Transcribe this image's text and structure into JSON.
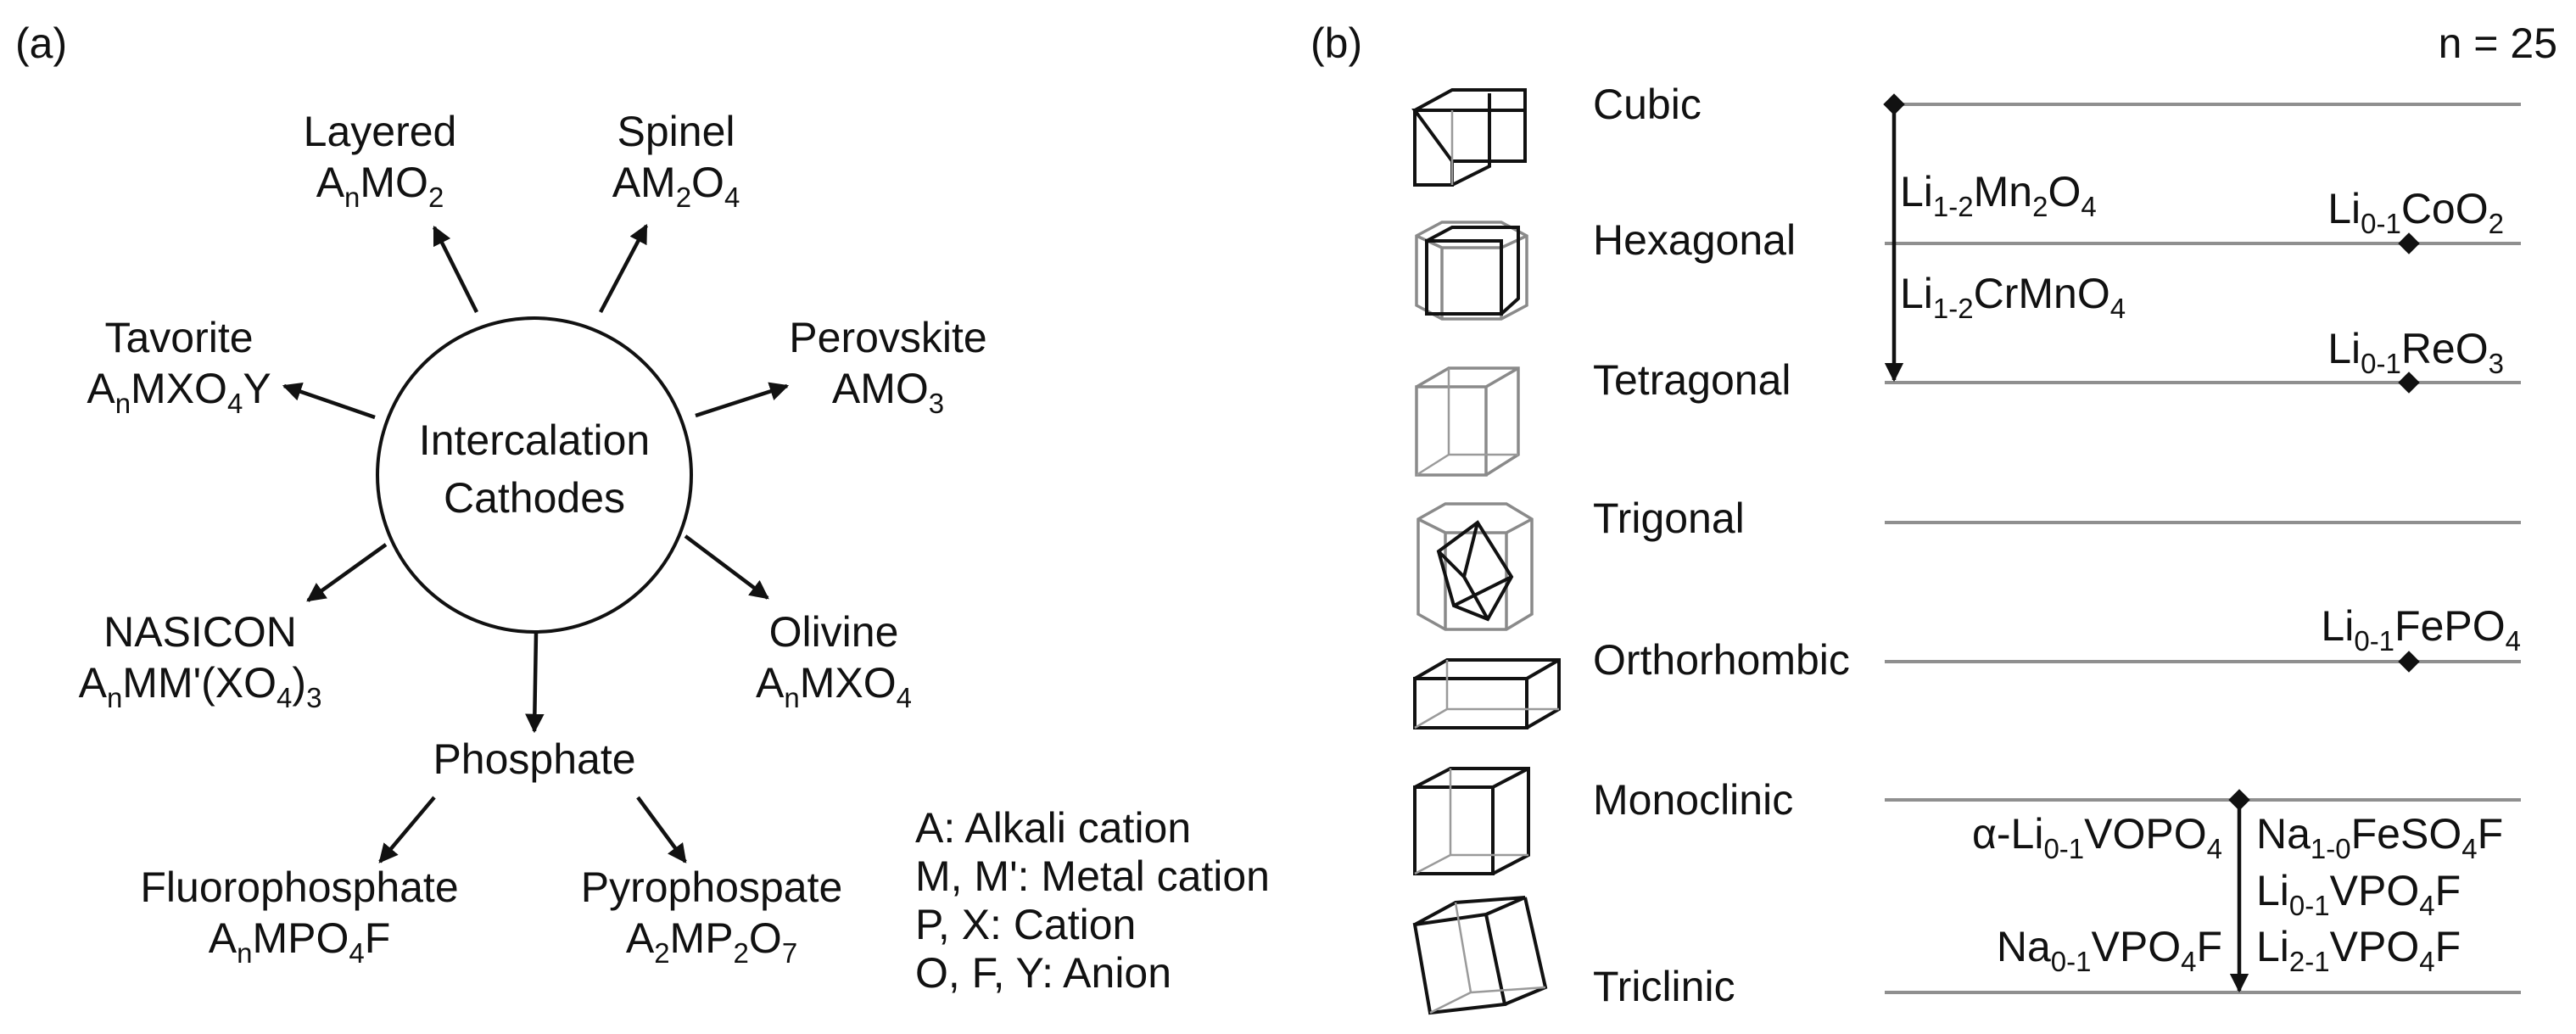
{
  "panel_a": {
    "label": "(a)",
    "center": [
      "Intercalation",
      "Cathodes"
    ],
    "families": [
      {
        "name": "Layered",
        "formula": [
          [
            "A",
            ""
          ],
          [
            "n",
            "sub"
          ],
          [
            "MO",
            ""
          ],
          [
            "2",
            "sub"
          ]
        ]
      },
      {
        "name": "Spinel",
        "formula": [
          [
            "AM",
            ""
          ],
          [
            "2",
            "sub"
          ],
          [
            "O",
            ""
          ],
          [
            "4",
            "sub"
          ]
        ]
      },
      {
        "name": "Perovskite",
        "formula": [
          [
            "AMO",
            ""
          ],
          [
            "3",
            "sub"
          ]
        ]
      },
      {
        "name": "Olivine",
        "formula": [
          [
            "A",
            ""
          ],
          [
            "n",
            "sub"
          ],
          [
            "MXO",
            ""
          ],
          [
            "4",
            "sub"
          ]
        ]
      },
      {
        "name": "NASICON",
        "formula": [
          [
            "A",
            ""
          ],
          [
            "n",
            "sub"
          ],
          [
            "MM'(XO",
            ""
          ],
          [
            "4",
            "sub"
          ],
          [
            ")",
            ""
          ],
          [
            "3",
            "sub"
          ]
        ]
      },
      {
        "name": "Tavorite",
        "formula": [
          [
            "A",
            ""
          ],
          [
            "n",
            "sub"
          ],
          [
            "MXO",
            ""
          ],
          [
            "4",
            "sub"
          ],
          [
            "Y",
            ""
          ]
        ]
      }
    ],
    "phosphate": {
      "label": "Phosphate",
      "children": [
        {
          "name": "Fluorophosphate",
          "formula": [
            [
              "A",
              ""
            ],
            [
              "n",
              "sub"
            ],
            [
              "MPO",
              ""
            ],
            [
              "4",
              "sub"
            ],
            [
              "F",
              ""
            ]
          ]
        },
        {
          "name": "Pyrophospate",
          "formula": [
            [
              "A",
              ""
            ],
            [
              "2",
              "sub"
            ],
            [
              "MP",
              ""
            ],
            [
              "2",
              "sub"
            ],
            [
              "O",
              ""
            ],
            [
              "7",
              "sub"
            ]
          ]
        }
      ]
    },
    "legend": [
      "A: Alkali cation",
      "M, M': Metal cation",
      "P, X: Cation",
      "O, F, Y: Anion"
    ]
  },
  "panel_b": {
    "label": "(b)",
    "count_label": "n = 25",
    "systems": [
      "Cubic",
      "Hexagonal",
      "Tetragonal",
      "Trigonal",
      "Orthorhombic",
      "Monoclinic",
      "Triclinic"
    ],
    "transitions": [
      {
        "label": [
          [
            "Li",
            ""
          ],
          [
            "1-2",
            "sub"
          ],
          [
            "Mn",
            ""
          ],
          [
            "2",
            "sub"
          ],
          [
            "O",
            ""
          ],
          [
            "4",
            "sub"
          ]
        ],
        "from": "Cubic",
        "to": "Tetragonal"
      },
      {
        "label": [
          [
            "Li",
            ""
          ],
          [
            "1-2",
            "sub"
          ],
          [
            "CrMnO",
            ""
          ],
          [
            "4",
            "sub"
          ]
        ],
        "from": "Cubic",
        "to": "Tetragonal"
      },
      {
        "label": [
          [
            "α-Li",
            ""
          ],
          [
            "0-1",
            "sub"
          ],
          [
            "VOPO",
            ""
          ],
          [
            "4",
            "sub"
          ]
        ],
        "from": "Monoclinic",
        "to": "Triclinic"
      },
      {
        "label": [
          [
            "Na",
            ""
          ],
          [
            "0-1",
            "sub"
          ],
          [
            "VPO",
            ""
          ],
          [
            "4",
            "sub"
          ],
          [
            "F",
            ""
          ]
        ],
        "from": "Monoclinic",
        "to": "Triclinic"
      },
      {
        "label": [
          [
            "Na",
            ""
          ],
          [
            "1-0",
            "sub"
          ],
          [
            "FeSO",
            ""
          ],
          [
            "4",
            "sub"
          ],
          [
            "F",
            ""
          ]
        ],
        "from": "Monoclinic",
        "to": "Triclinic"
      },
      {
        "label": [
          [
            "Li",
            ""
          ],
          [
            "0-1",
            "sub"
          ],
          [
            "VPO",
            ""
          ],
          [
            "4",
            "sub"
          ],
          [
            "F",
            ""
          ]
        ],
        "from": "Monoclinic",
        "to": "Triclinic"
      },
      {
        "label": [
          [
            "Li",
            ""
          ],
          [
            "2-1",
            "sub"
          ],
          [
            "VPO",
            ""
          ],
          [
            "4",
            "sub"
          ],
          [
            "F",
            ""
          ]
        ],
        "from": "Monoclinic",
        "to": "Triclinic"
      }
    ],
    "stable": [
      {
        "label": [
          [
            "Li",
            ""
          ],
          [
            "0-1",
            "sub"
          ],
          [
            "CoO",
            ""
          ],
          [
            "2",
            "sub"
          ]
        ],
        "system": "Hexagonal"
      },
      {
        "label": [
          [
            "Li",
            ""
          ],
          [
            "0-1",
            "sub"
          ],
          [
            "ReO",
            ""
          ],
          [
            "3",
            "sub"
          ]
        ],
        "system": "Tetragonal"
      },
      {
        "label": [
          [
            "Li",
            ""
          ],
          [
            "0-1",
            "sub"
          ],
          [
            "FePO",
            ""
          ],
          [
            "4",
            "sub"
          ]
        ],
        "system": "Orthorhombic"
      }
    ]
  }
}
